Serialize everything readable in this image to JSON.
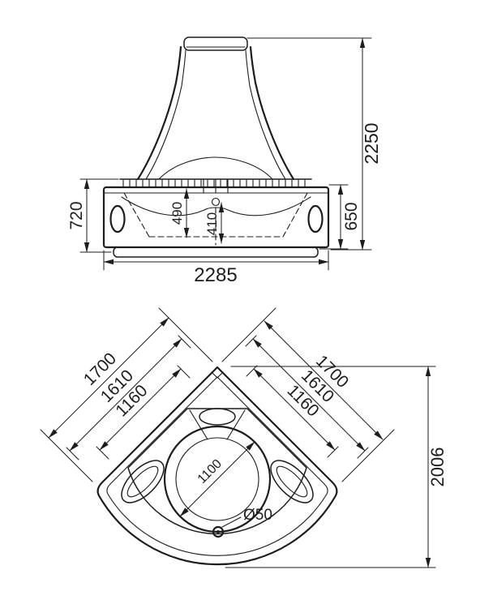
{
  "meta": {
    "ink": "#1d1d1b",
    "bg": "#ffffff"
  },
  "front_view": {
    "dim_overall_height": "2250",
    "dim_overall_width": "2285",
    "dim_base_height_left": "720",
    "dim_base_height_right": "650",
    "dim_rim_depth": "490",
    "dim_port_height": "410"
  },
  "plan_view": {
    "dim_side_outer_left": "1700",
    "dim_side_mid_left": "1610",
    "dim_side_inner_left": "1160",
    "dim_side_inner_right": "1160",
    "dim_side_mid_right": "1610",
    "dim_side_outer_right": "1700",
    "dim_overall_depth": "2006",
    "dim_basin_diameter": "1100",
    "dim_drain": "Ø50"
  }
}
